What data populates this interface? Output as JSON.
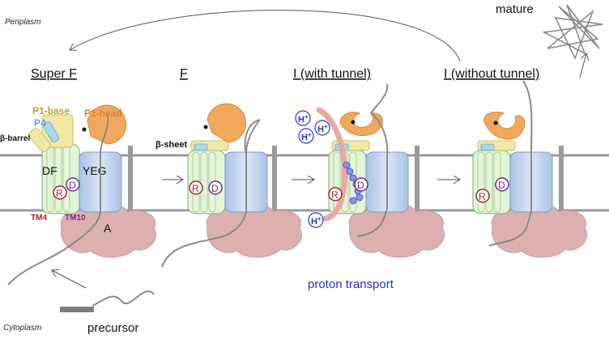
{
  "compartments": {
    "top": "Periplasm",
    "bottom": "Cytoplasm"
  },
  "states": [
    {
      "label": "Super F"
    },
    {
      "label": "F"
    },
    {
      "label": "I (with tunnel)"
    },
    {
      "label": "I (without tunnel)"
    }
  ],
  "domain_labels": {
    "p1_base": "P1-base",
    "p1_head": "P1-head",
    "p4": "P4",
    "beta_barrel": "β-barrel",
    "beta_sheet": "β-sheet",
    "df": "DF",
    "yeg": "YEG",
    "tm4": "TM4",
    "tm10": "TM10",
    "seca": "A",
    "residue_r": "R",
    "residue_d": "D"
  },
  "proton": "H",
  "proton_charge": "+",
  "substrate": {
    "precursor": "precursor",
    "mature": "mature"
  },
  "annotation": "proton transport",
  "colors": {
    "membrane_line": "#9a9a9a",
    "secD_fill": "#e4f5d6",
    "secY_fill": "#a9c3e6",
    "seca_fill": "#dcb0b0",
    "p1_head": "#f0a95c",
    "p1_base": "#f1e7a6",
    "p4": "#a9d8ea",
    "residue_r": "#a0282e",
    "residue_d": "#6b2d8a",
    "proton": "#2b33b8",
    "channel": "#e8a9a4",
    "label_p1_base": "#b6a812",
    "label_p1_head": "#d9822a",
    "label_p4": "#6aa0c8",
    "label_tm4": "#b01e24",
    "label_tm10": "#7a2a92",
    "label_proton": "#1f35c4"
  }
}
